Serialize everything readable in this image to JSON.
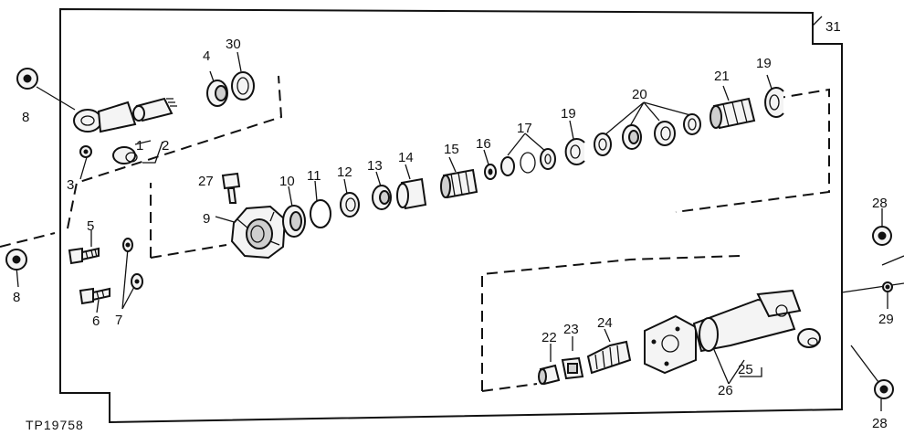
{
  "figure_id": "TP19758",
  "callouts": {
    "c1": "1",
    "c2": "2",
    "c3": "3",
    "c4": "4",
    "c5": "5",
    "c6": "6",
    "c7": "7",
    "c8a": "8",
    "c8b": "8",
    "c9": "9",
    "c10": "10",
    "c11": "11",
    "c12": "12",
    "c13": "13",
    "c14": "14",
    "c15": "15",
    "c16": "16",
    "c17": "17",
    "c19a": "19",
    "c19b": "19",
    "c20": "20",
    "c21": "21",
    "c22": "22",
    "c23": "23",
    "c24": "24",
    "c25": "25",
    "c26": "26",
    "c27": "27",
    "c28a": "28",
    "c28b": "28",
    "c29": "29",
    "c30": "30",
    "c31": "31"
  }
}
